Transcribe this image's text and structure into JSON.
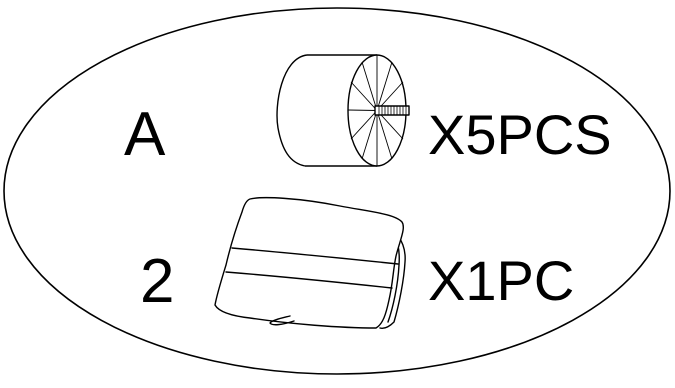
{
  "parts": [
    {
      "id": "A",
      "quantity": "X5PCS",
      "icon": "leg-with-bolt-icon"
    },
    {
      "id": "2",
      "quantity": "X1PC",
      "icon": "cloth-icon"
    }
  ],
  "colors": {
    "line": "#000000",
    "background": "#ffffff"
  }
}
